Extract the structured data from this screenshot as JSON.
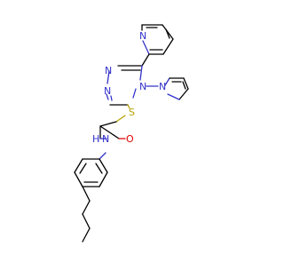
{
  "atoms": {
    "pyridine_n": "N",
    "triazole_n1": "N",
    "triazole_n2": "N",
    "triazole_n4": "N",
    "pyrrole_n": "N",
    "sulfur": "S",
    "oxygen": "O",
    "amide_n": "N",
    "amide_h": "H"
  },
  "colors": {
    "nitrogen": "#3333cc",
    "sulfur": "#b8a100",
    "oxygen": "#e00000",
    "carbon_bond": "#000000"
  }
}
